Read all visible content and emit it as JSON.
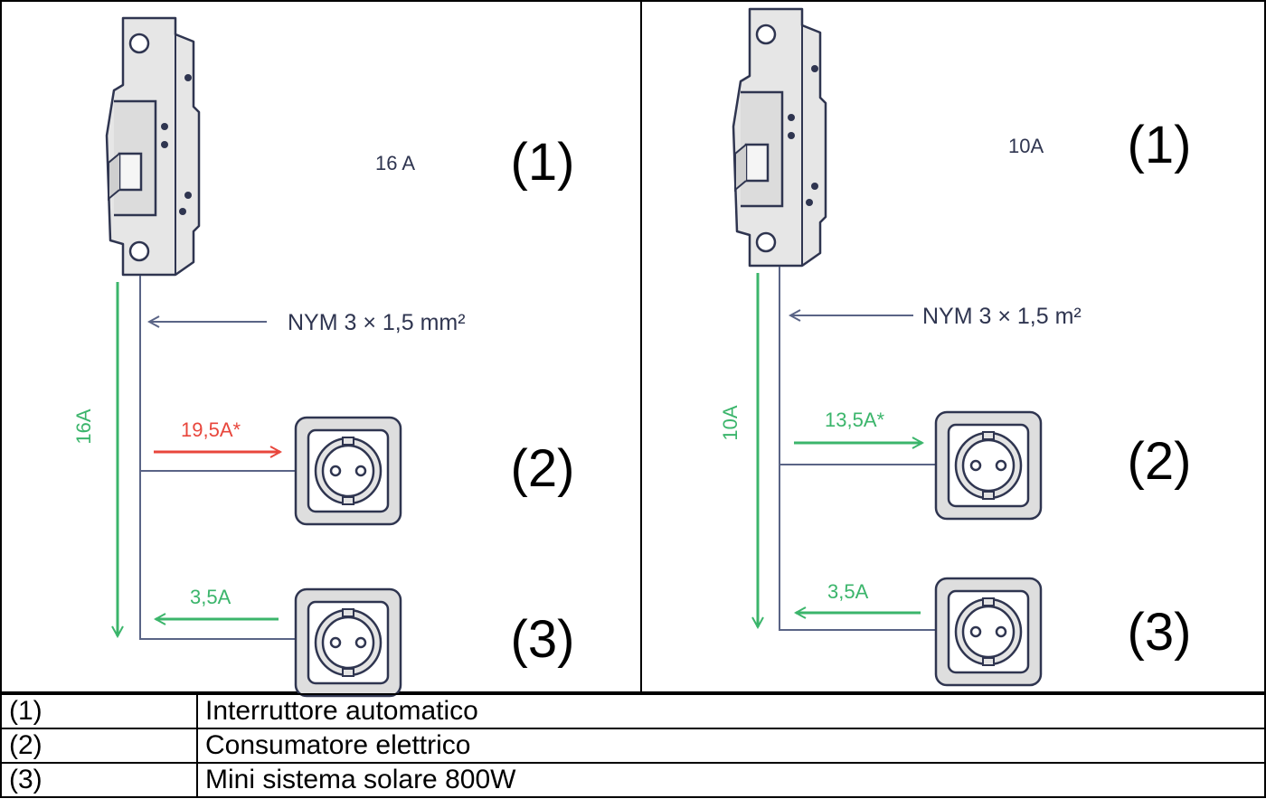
{
  "left_panel": {
    "breaker_rating": "16 A",
    "cable_label": "NYM 3 × 1,5 mm²",
    "main_current": "16A",
    "consumer_current": "19,5A*",
    "solar_current": "3,5A",
    "markers": [
      "(1)",
      "(2)",
      "(3)"
    ]
  },
  "right_panel": {
    "breaker_rating": "10A",
    "cable_label": "NYM 3 × 1,5 m²",
    "main_current": "10A",
    "consumer_current": "13,5A*",
    "solar_current": "3,5A",
    "markers": [
      "(1)",
      "(2)",
      "(3)"
    ]
  },
  "colors": {
    "green": "#3bb56b",
    "red": "#e8463c",
    "wire": "#5a6486",
    "device_fill": "#e6e6e6",
    "device_stroke": "#2f3550"
  },
  "legend": [
    {
      "key": "(1)",
      "text": "Interruttore automatico"
    },
    {
      "key": "(2)",
      "text": "Consumatore elettrico"
    },
    {
      "key": "(3)",
      "text": "Mini sistema solare 800W"
    }
  ]
}
